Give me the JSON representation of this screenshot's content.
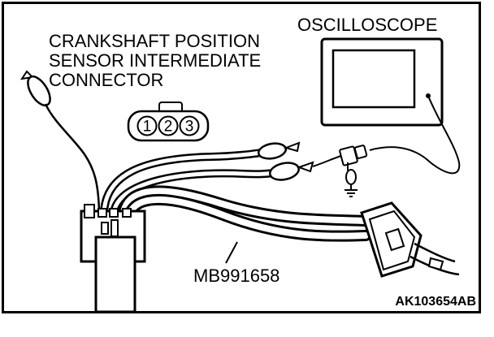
{
  "labels": {
    "oscilloscope": "OSCILLOSCOPE",
    "connector_line1": "CRANKSHAFT POSITION",
    "connector_line2": "SENSOR INTERMEDIATE",
    "connector_line3": "CONNECTOR",
    "harness": "MB991658",
    "figure_code": "AK103654AB"
  },
  "connector_pins": [
    "1",
    "2",
    "3"
  ],
  "colors": {
    "line": "#000000",
    "background": "#ffffff"
  }
}
